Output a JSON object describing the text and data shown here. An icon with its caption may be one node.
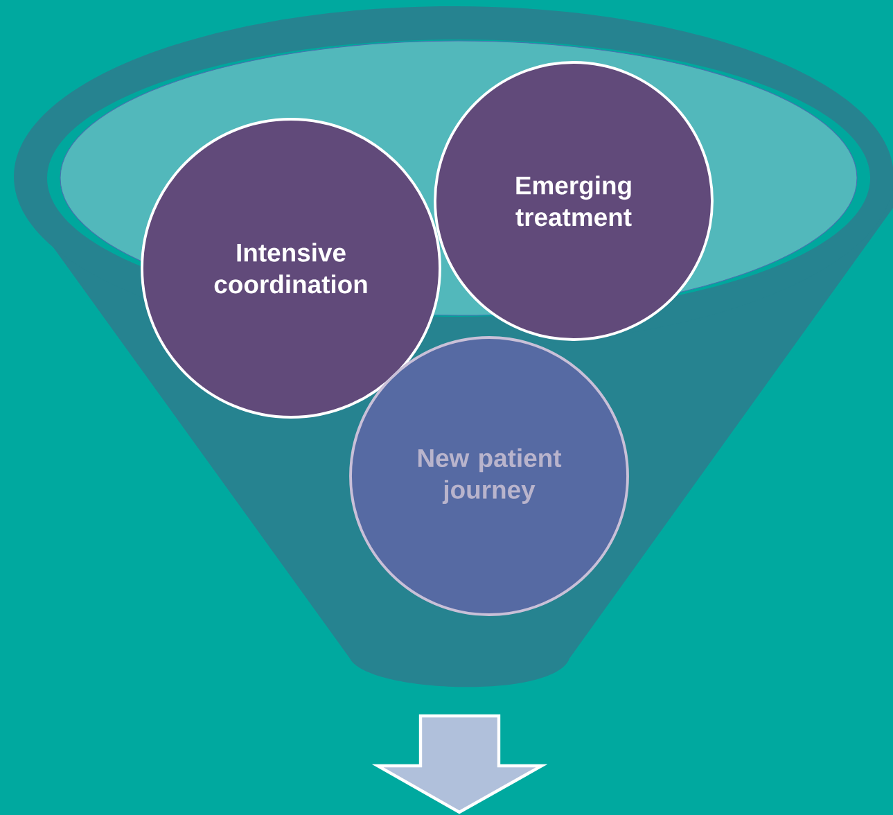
{
  "diagram": {
    "nodes": [
      {
        "text": [
          "Intensive coordination"
        ]
      },
      {
        "text": [
          "Emerging treatment"
        ]
      },
      {
        "text": [
          "New patient journey"
        ]
      }
    ]
  }
}
